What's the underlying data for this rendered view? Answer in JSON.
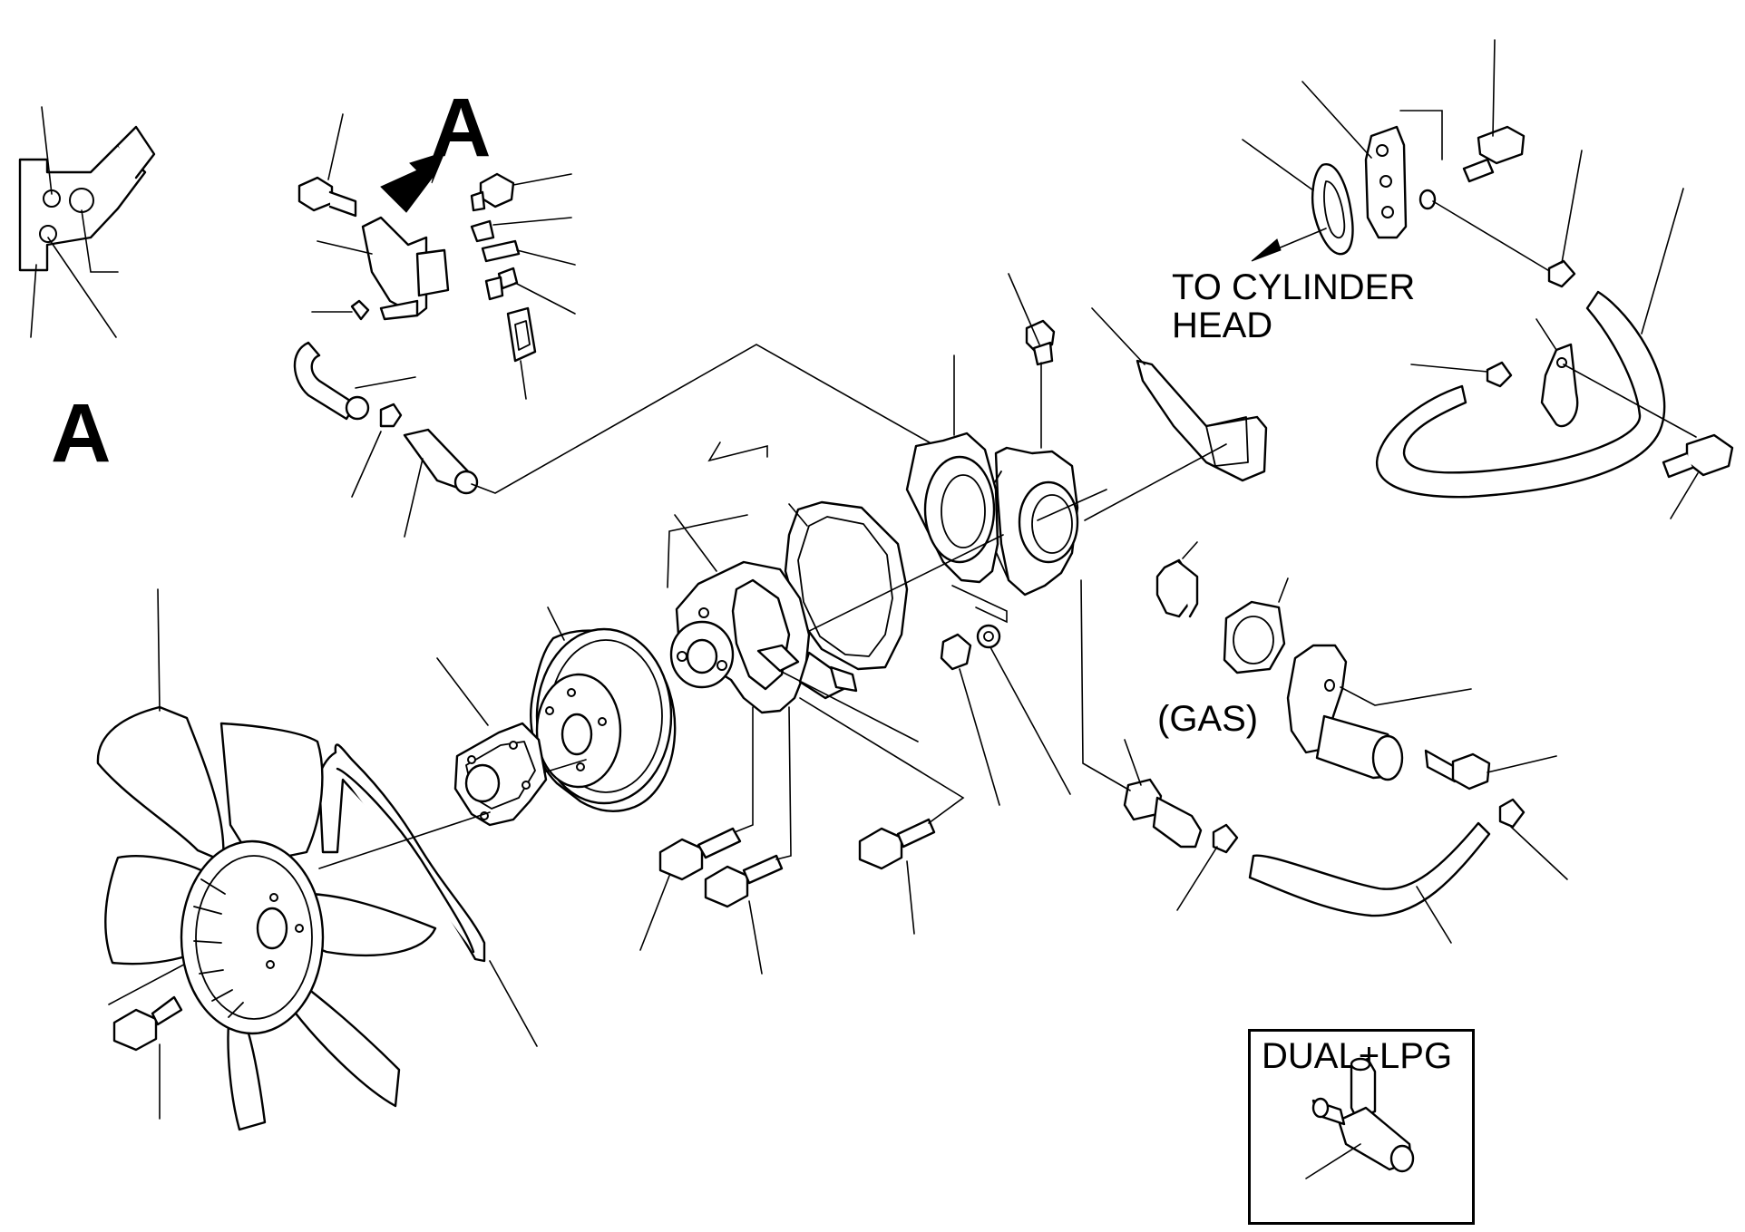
{
  "labels": {
    "view_letter_top": "A",
    "view_letter_left": "A",
    "to_cylinder_head": "TO CYLINDER\nHEAD",
    "gas_note": "(GAS)",
    "inset_title": "DUAL+LPG"
  },
  "colors": {
    "line": "#000000",
    "background": "#ffffff"
  }
}
